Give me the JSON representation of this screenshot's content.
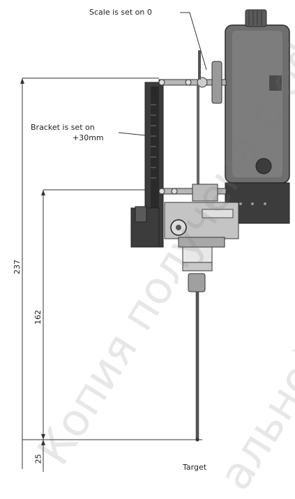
{
  "annotations": {
    "scale": "Scale is set on 0",
    "bracket_line1": "Bracket is set on",
    "bracket_line2": "+30mm",
    "target": "Target"
  },
  "dimensions": {
    "overall": "237",
    "middle": "162",
    "bottom": "25"
  },
  "watermark": {
    "part1": "Копия получена с офи",
    "part2": "альной"
  },
  "colors": {
    "device_dark": "#3c3c3c",
    "device_mid": "#6e6e6e",
    "device_light": "#b8b8b8",
    "line": "#333333"
  }
}
